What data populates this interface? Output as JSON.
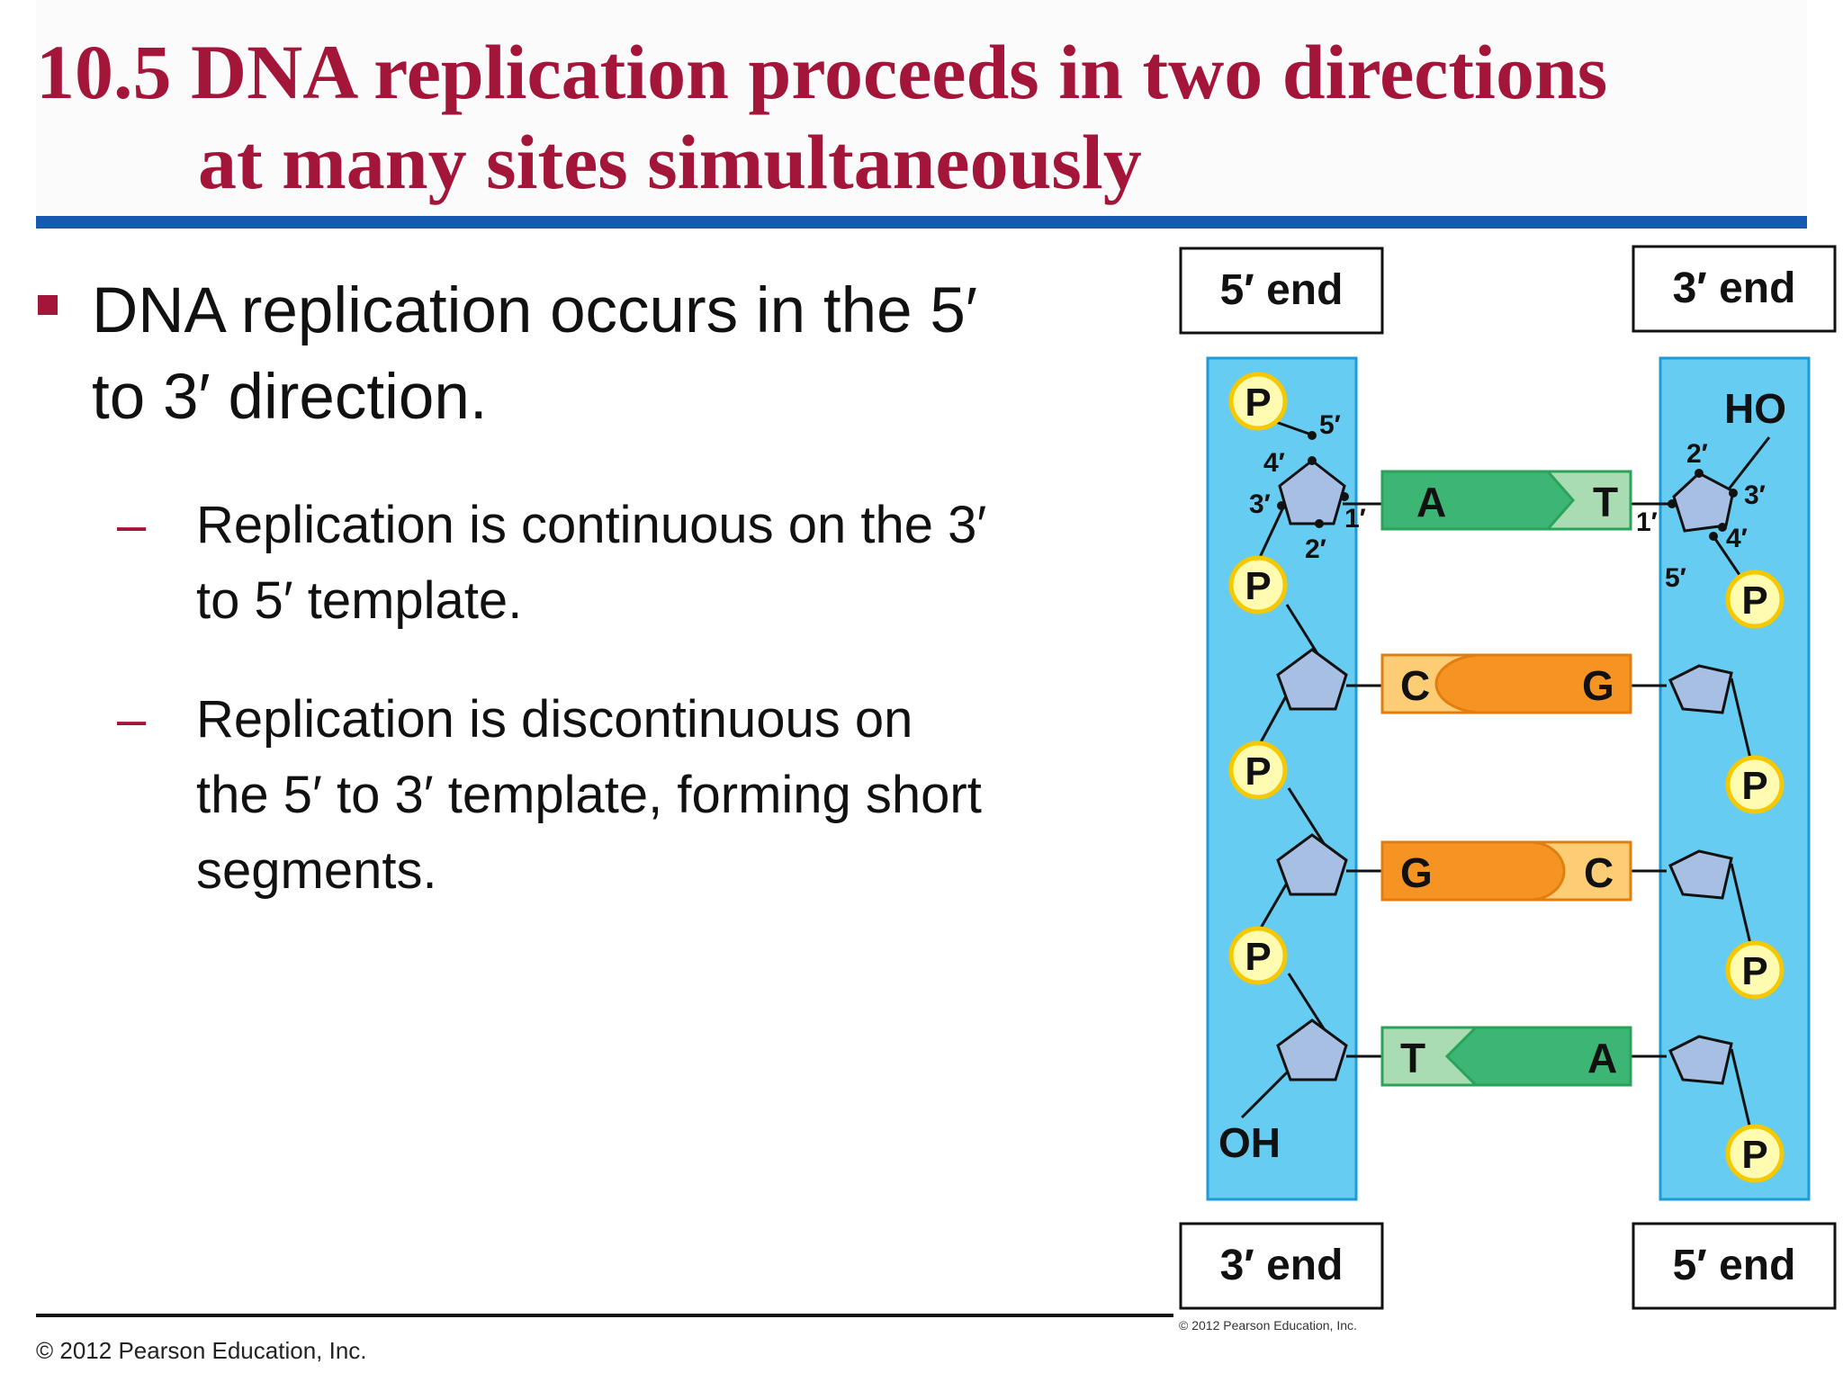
{
  "slide": {
    "title_line1": "10.5 DNA replication proceeds in two directions",
    "title_line2": "at many sites simultaneously",
    "bullet": {
      "line1": "DNA replication occurs in the 5′",
      "line2": "to 3′ direction.",
      "subbullets": [
        {
          "dash": "–",
          "line1": "Replication is continuous on the 3′",
          "line2": "to 5′ template."
        },
        {
          "dash": "–",
          "line1": "Replication is discontinuous on",
          "line2": "the 5′ to 3′ template, forming short",
          "line3": "segments."
        }
      ]
    },
    "footer": "© 2012 Pearson Education, Inc."
  },
  "figure": {
    "end_labels": {
      "top_left": "5′ end",
      "top_right": "3′ end",
      "bottom_left": "3′ end",
      "bottom_right": "5′ end"
    },
    "terminal_groups": {
      "hydroxyl_bottom_left": "OH",
      "hydroxyl_top_right": "HO"
    },
    "phosphate_label": "P",
    "carbon_labels": {
      "left": {
        "c5": "5′",
        "c4": "4′",
        "c3": "3′",
        "c2": "2′",
        "c1": "1′"
      },
      "right": {
        "c2": "2′",
        "c3": "3′",
        "c4": "4′",
        "c5": "5′",
        "c1": "1′"
      }
    },
    "base_pairs": [
      {
        "left": "A",
        "right": "T",
        "left_color": "#3db574",
        "right_color": "#a9dcb2"
      },
      {
        "left": "C",
        "right": "G",
        "left_color": "#fccd75",
        "right_color": "#f59423"
      },
      {
        "left": "G",
        "right": "C",
        "left_color": "#f59423",
        "right_color": "#fccd75"
      },
      {
        "left": "T",
        "right": "A",
        "left_color": "#a9dcb2",
        "right_color": "#3db574"
      }
    ],
    "colors": {
      "backbone": "#66ccf2",
      "sugar": "#a6bfe2",
      "phosphate": "#fffbb0",
      "phosphate_ring": "#f5c800"
    },
    "copyright": "© 2012 Pearson Education, Inc."
  }
}
